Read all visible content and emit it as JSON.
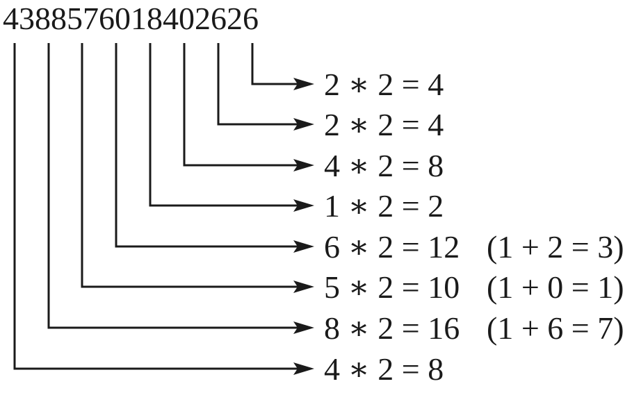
{
  "number": "4388576018402626",
  "digits": [
    {
      "digit": "2"
    },
    {
      "digit": "2"
    },
    {
      "digit": "4"
    },
    {
      "digit": "1"
    },
    {
      "digit": "6"
    },
    {
      "digit": "5"
    },
    {
      "digit": "8"
    },
    {
      "digit": "4"
    }
  ],
  "rows": [
    {
      "calc": "2 ∗ 2 = 4",
      "sum": ""
    },
    {
      "calc": "2 ∗ 2 = 4",
      "sum": ""
    },
    {
      "calc": "4 ∗ 2 = 8",
      "sum": ""
    },
    {
      "calc": "1 ∗ 2 = 2",
      "sum": ""
    },
    {
      "calc": "6 ∗ 2 = 12",
      "sum": "(1 + 2 = 3)"
    },
    {
      "calc": "5 ∗ 2 = 10",
      "sum": "(1 + 0 = 1)"
    },
    {
      "calc": "8 ∗ 2 = 16",
      "sum": "(1 + 6 = 7)"
    },
    {
      "calc": "4 ∗ 2 = 8",
      "sum": ""
    }
  ]
}
